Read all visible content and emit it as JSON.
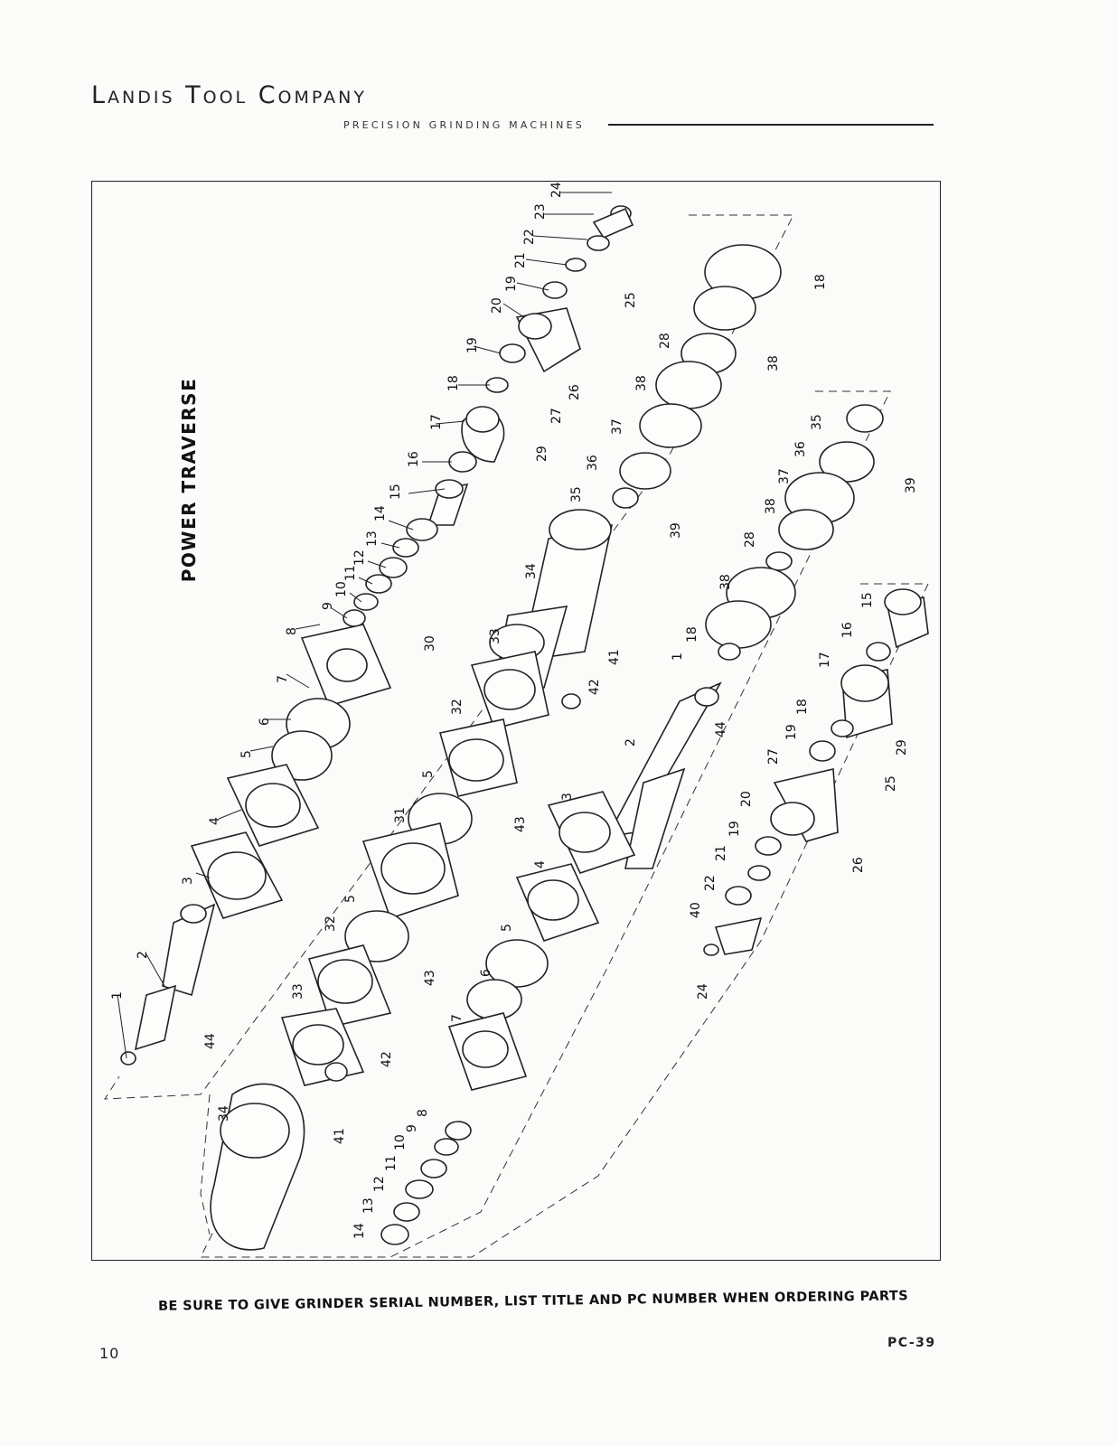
{
  "header": {
    "company": "Landis Tool Company",
    "tagline": "PRECISION GRINDING MACHINES"
  },
  "diagram": {
    "title": "POWER TRAVERSE",
    "labels": [
      {
        "n": "24"
      },
      {
        "n": "23"
      },
      {
        "n": "22"
      },
      {
        "n": "21"
      },
      {
        "n": "19"
      },
      {
        "n": "20"
      },
      {
        "n": "25"
      },
      {
        "n": "19"
      },
      {
        "n": "26"
      },
      {
        "n": "18"
      },
      {
        "n": "27"
      },
      {
        "n": "17"
      },
      {
        "n": "29"
      },
      {
        "n": "16"
      },
      {
        "n": "15"
      },
      {
        "n": "14"
      },
      {
        "n": "13"
      },
      {
        "n": "12"
      },
      {
        "n": "11"
      },
      {
        "n": "10"
      },
      {
        "n": "9"
      },
      {
        "n": "8"
      },
      {
        "n": "30"
      },
      {
        "n": "7"
      },
      {
        "n": "6"
      },
      {
        "n": "5"
      },
      {
        "n": "4"
      },
      {
        "n": "3"
      },
      {
        "n": "2"
      },
      {
        "n": "1"
      },
      {
        "n": "44"
      },
      {
        "n": "18"
      },
      {
        "n": "28"
      },
      {
        "n": "38"
      },
      {
        "n": "38"
      },
      {
        "n": "37"
      },
      {
        "n": "36"
      },
      {
        "n": "35"
      },
      {
        "n": "39"
      },
      {
        "n": "34"
      },
      {
        "n": "33"
      },
      {
        "n": "41"
      },
      {
        "n": "42"
      },
      {
        "n": "32"
      },
      {
        "n": "5"
      },
      {
        "n": "31"
      },
      {
        "n": "43"
      },
      {
        "n": "5"
      },
      {
        "n": "32"
      },
      {
        "n": "43"
      },
      {
        "n": "33"
      },
      {
        "n": "42"
      },
      {
        "n": "34"
      },
      {
        "n": "41"
      },
      {
        "n": "35"
      },
      {
        "n": "39"
      },
      {
        "n": "36"
      },
      {
        "n": "37"
      },
      {
        "n": "38"
      },
      {
        "n": "28"
      },
      {
        "n": "38"
      },
      {
        "n": "18"
      },
      {
        "n": "1"
      },
      {
        "n": "44"
      },
      {
        "n": "2"
      },
      {
        "n": "3"
      },
      {
        "n": "4"
      },
      {
        "n": "5"
      },
      {
        "n": "6"
      },
      {
        "n": "7"
      },
      {
        "n": "8"
      },
      {
        "n": "9"
      },
      {
        "n": "10"
      },
      {
        "n": "11"
      },
      {
        "n": "12"
      },
      {
        "n": "13"
      },
      {
        "n": "14"
      },
      {
        "n": "15"
      },
      {
        "n": "16"
      },
      {
        "n": "17"
      },
      {
        "n": "18"
      },
      {
        "n": "29"
      },
      {
        "n": "19"
      },
      {
        "n": "27"
      },
      {
        "n": "20"
      },
      {
        "n": "25"
      },
      {
        "n": "19"
      },
      {
        "n": "26"
      },
      {
        "n": "21"
      },
      {
        "n": "22"
      },
      {
        "n": "40"
      },
      {
        "n": "24"
      }
    ]
  },
  "footer": {
    "notice": "BE SURE TO GIVE GRINDER SERIAL NUMBER, LIST TITLE AND PC NUMBER WHEN ORDERING PARTS",
    "page_number": "10",
    "pc_number": "PC-39"
  }
}
